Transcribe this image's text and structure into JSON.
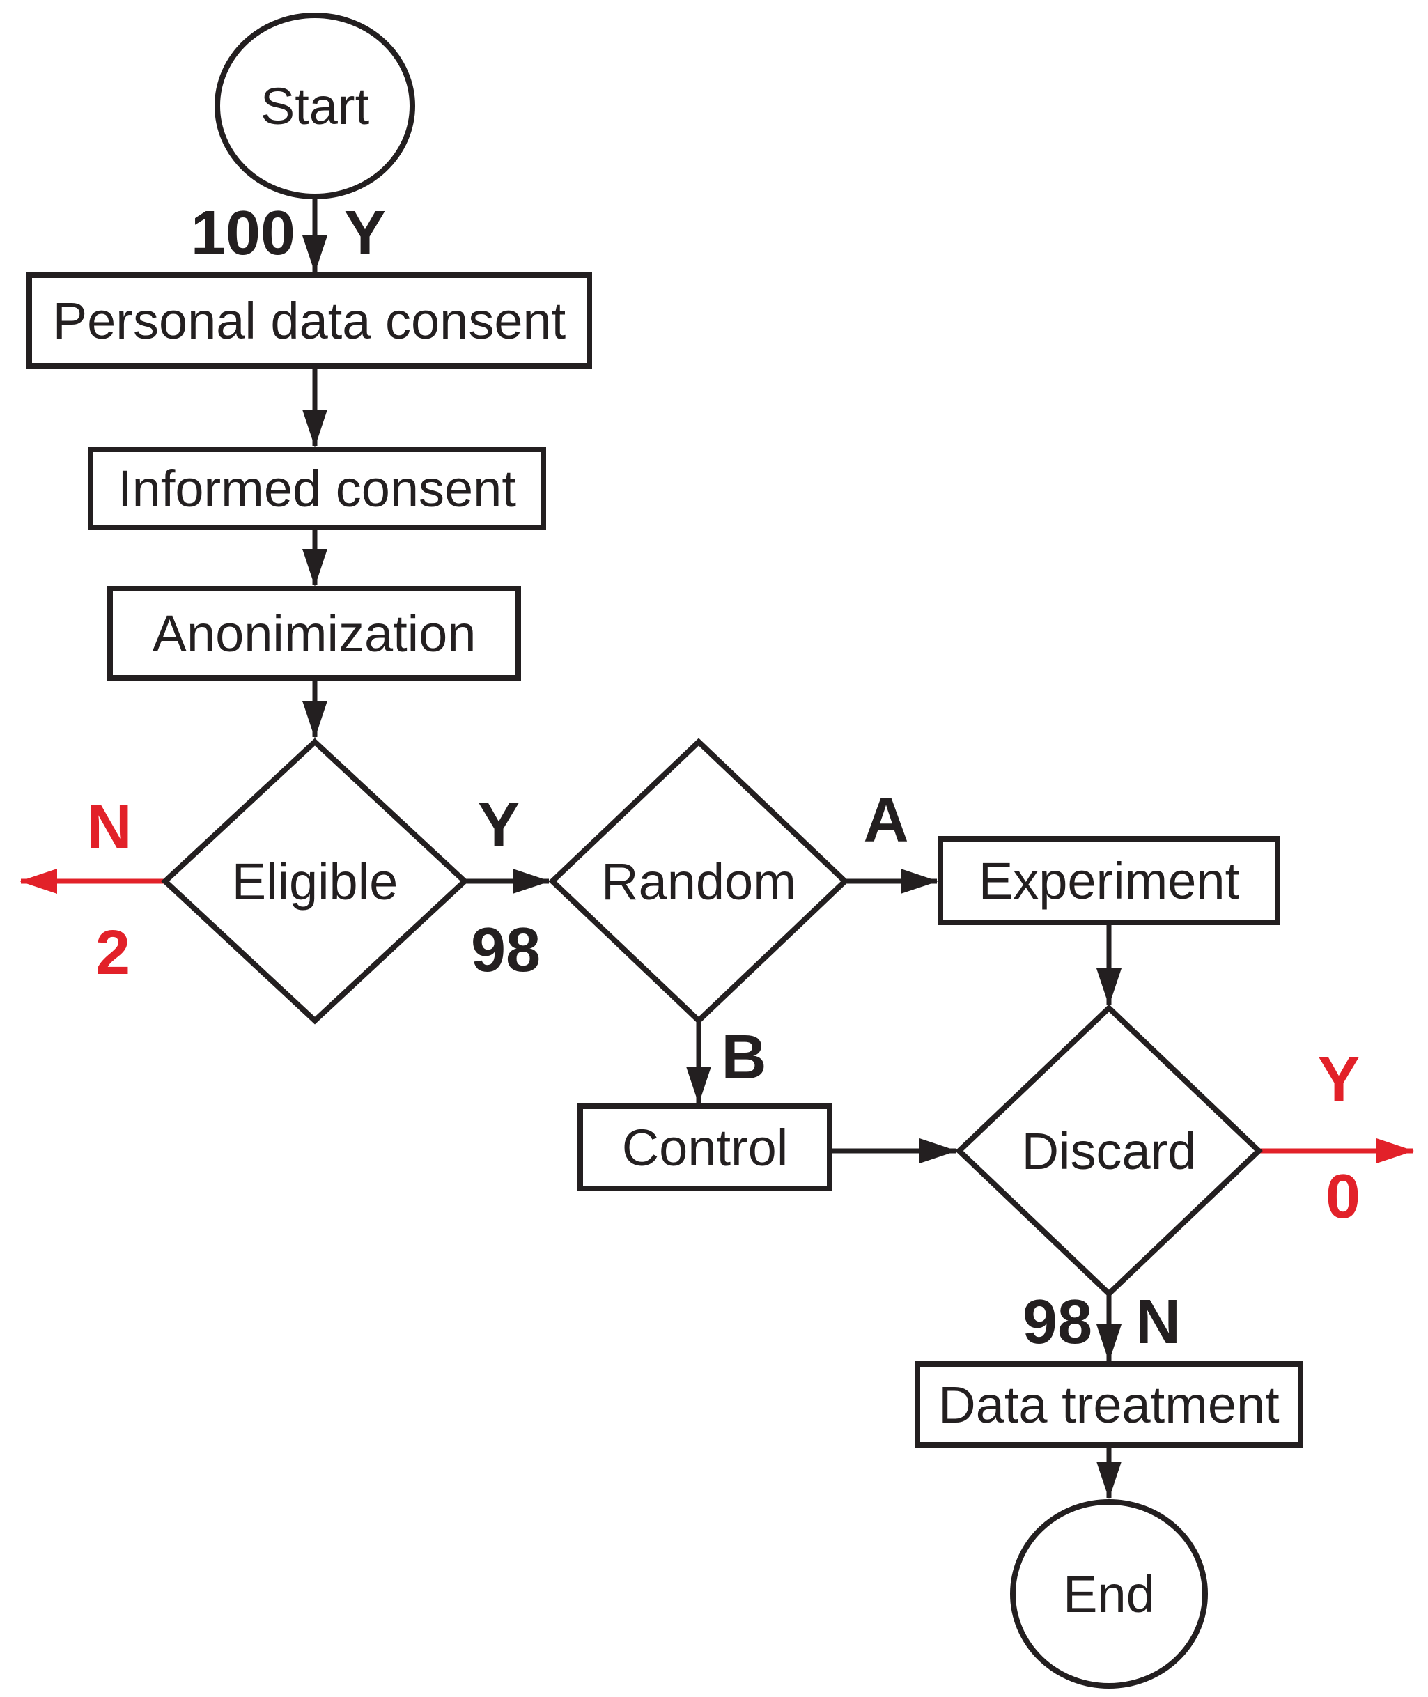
{
  "diagram": {
    "type": "flowchart",
    "background": "#ffffff",
    "ink_color": "#231f20",
    "accent_red": "#e22129",
    "nodes": {
      "start": {
        "label": "Start",
        "shape": "terminator-circle"
      },
      "personal_data_consent": {
        "label": "Personal data consent",
        "shape": "process-rect"
      },
      "informed_consent": {
        "label": "Informed consent",
        "shape": "process-rect"
      },
      "anonimization": {
        "label": "Anonimization",
        "shape": "process-rect"
      },
      "eligible": {
        "label": "Eligible",
        "shape": "decision-diamond"
      },
      "random": {
        "label": "Random",
        "shape": "decision-diamond"
      },
      "experiment": {
        "label": "Experiment",
        "shape": "process-rect"
      },
      "control": {
        "label": "Control",
        "shape": "process-rect"
      },
      "discard": {
        "label": "Discard",
        "shape": "decision-diamond"
      },
      "data_treatment": {
        "label": "Data treatment",
        "shape": "process-rect"
      },
      "end": {
        "label": "End",
        "shape": "terminator-circle"
      }
    },
    "edges": {
      "start_flow": {
        "count": "100",
        "branch": "Y",
        "color": "black"
      },
      "eligible_no": {
        "branch": "N",
        "count": "2",
        "color": "red"
      },
      "eligible_yes": {
        "branch": "Y",
        "count": "98",
        "color": "black"
      },
      "random_a": {
        "branch": "A",
        "color": "black"
      },
      "random_b": {
        "branch": "B",
        "color": "black"
      },
      "discard_yes": {
        "branch": "Y",
        "count": "0",
        "color": "red"
      },
      "discard_no": {
        "branch": "N",
        "count": "98",
        "color": "black"
      }
    }
  }
}
